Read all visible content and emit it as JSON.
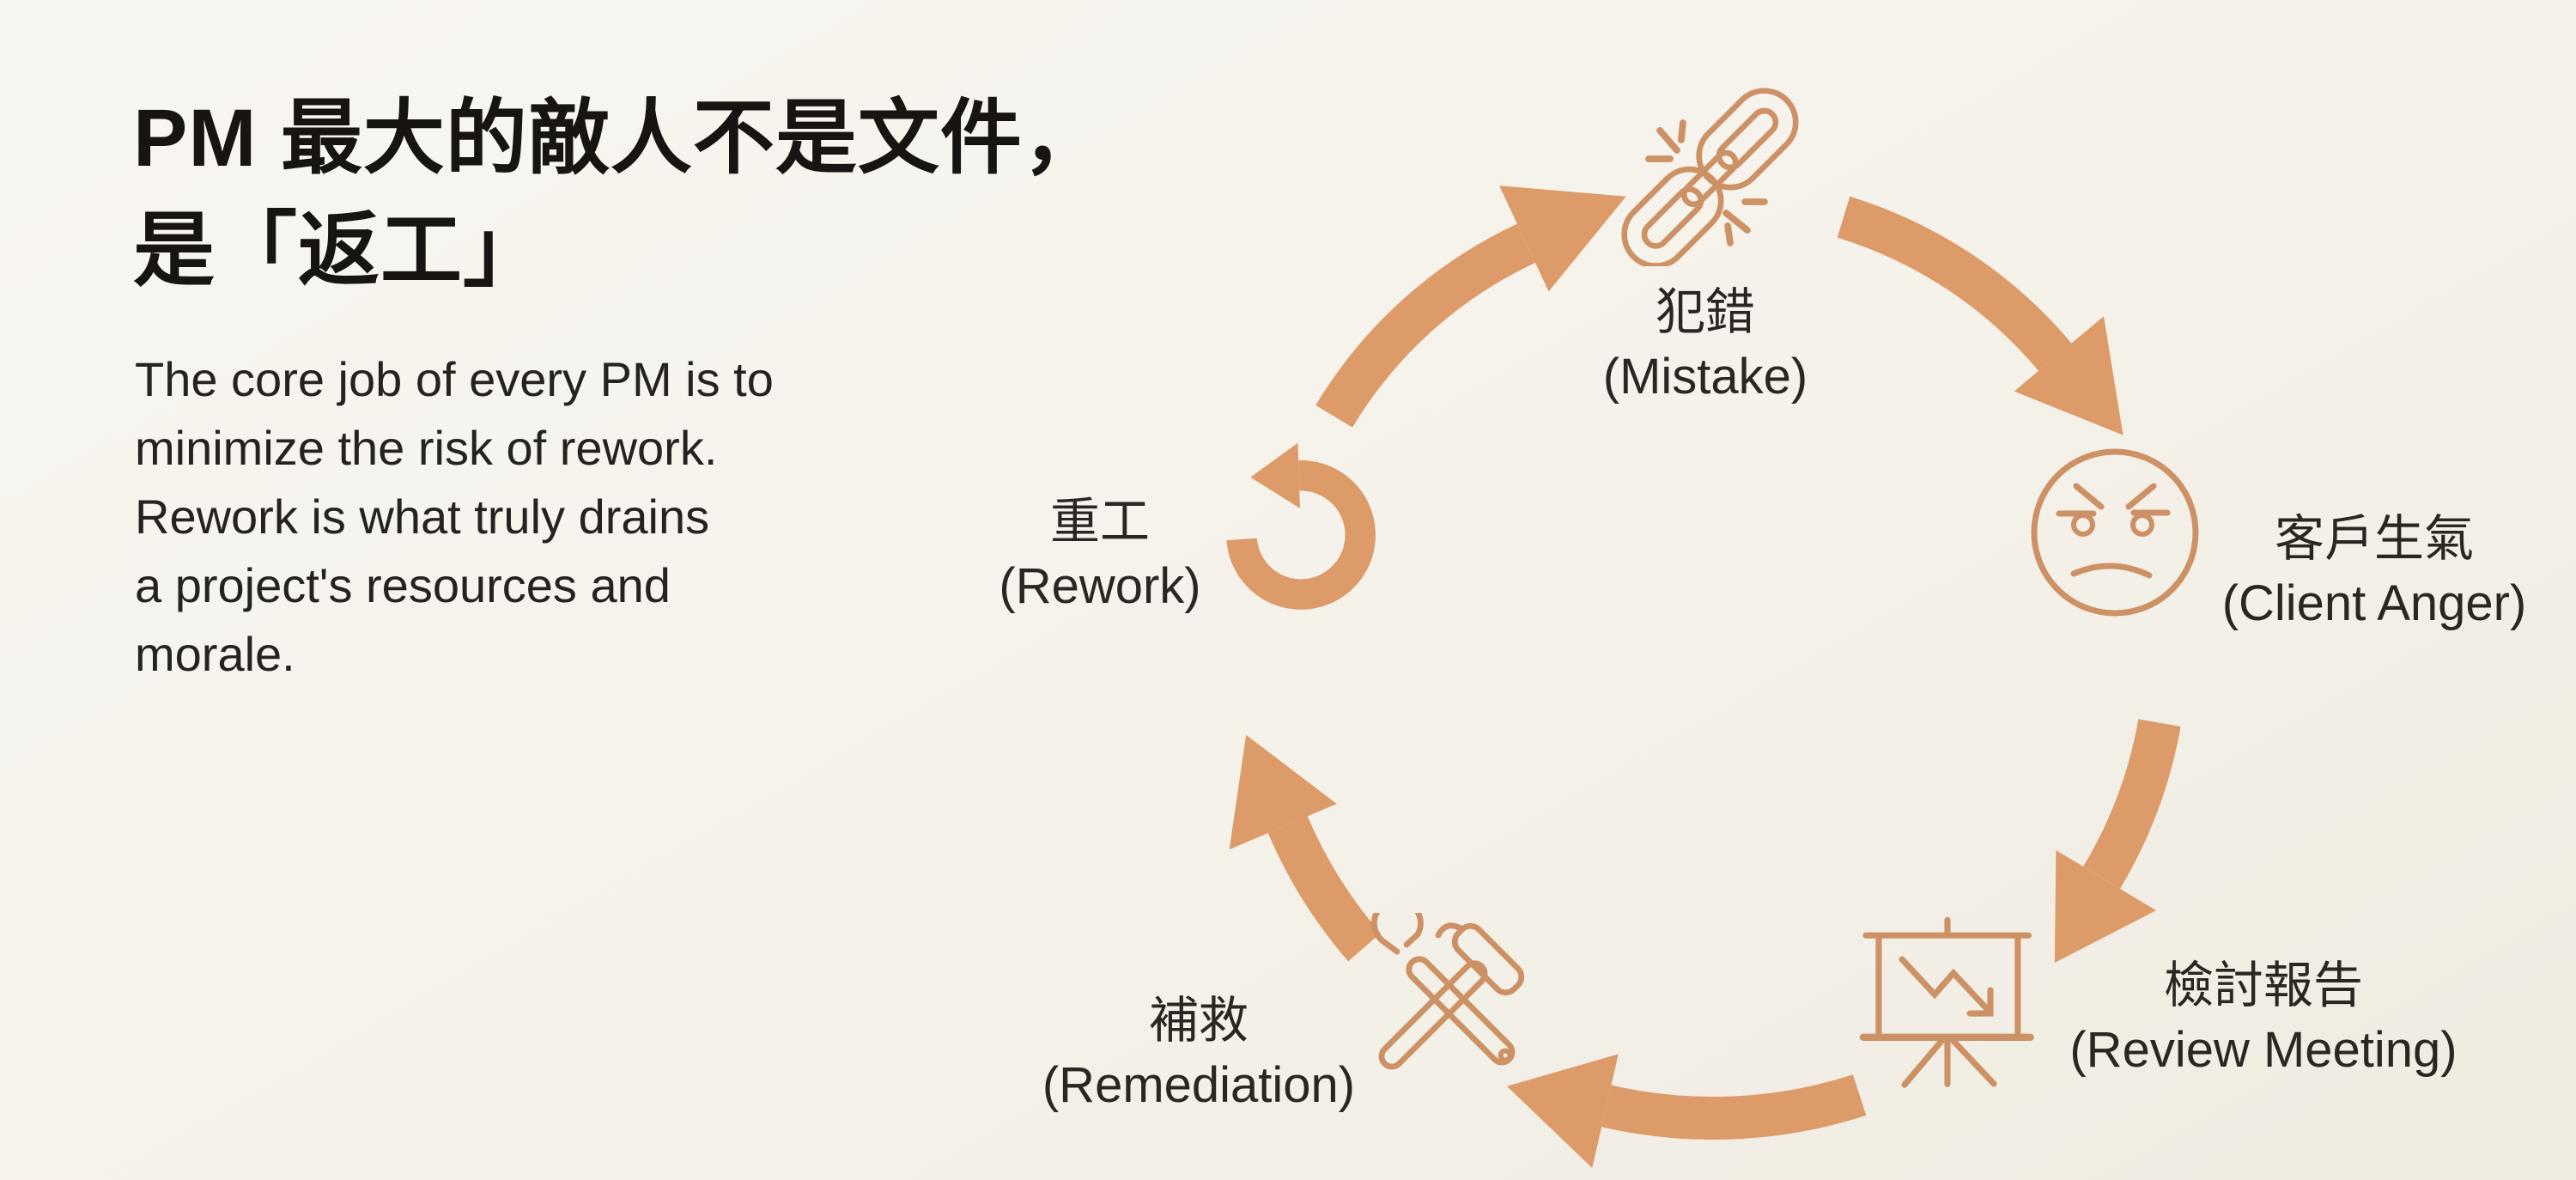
{
  "colors": {
    "background": "#f5f2ea",
    "arrow": "#dd9b69",
    "icon_stroke": "#cd9166",
    "title_text": "#171412",
    "body_text": "#26221f",
    "label_text": "#2b2622"
  },
  "header": {
    "title_line1": "PM 最大的敵人不是文件，",
    "title_line2": "是「返工」",
    "body": "The core job of every PM is to\nminimize the risk of rework.\nRework is what truly drains\na project's resources and\nmorale."
  },
  "cycle": {
    "direction": "clockwise",
    "nodes": [
      {
        "id": "mistake",
        "zh": "犯錯",
        "en": "(Mistake)",
        "icon": "broken-chain-icon",
        "position": "top"
      },
      {
        "id": "client-anger",
        "zh": "客戶生氣",
        "en": "(Client Anger)",
        "icon": "angry-face-icon",
        "position": "right"
      },
      {
        "id": "review-meeting",
        "zh": "檢討報告",
        "en": "(Review Meeting)",
        "icon": "declining-chart-easel-icon",
        "position": "bottom-right"
      },
      {
        "id": "remediation",
        "zh": "補救",
        "en": "(Remediation)",
        "icon": "wrench-hammer-icon",
        "position": "bottom-left"
      },
      {
        "id": "rework",
        "zh": "重工",
        "en": "(Rework)",
        "icon": "circular-arrow-icon",
        "position": "left"
      }
    ]
  }
}
